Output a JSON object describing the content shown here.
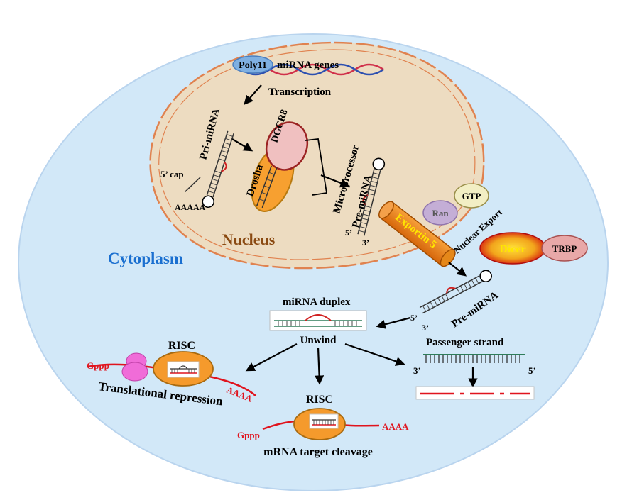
{
  "labels": {
    "poly": "Poly11",
    "genes": "miRNA genes",
    "transcription": "Transcription",
    "pri_mirna": "Pri-miRNA",
    "cap": "5’ cap",
    "polya": "AAAAA",
    "dgcr8": "DGCR8",
    "drosha": "Drosha",
    "microprocessor": "Microprocessor",
    "pre_mirna_nuc": "Pre-miRNA",
    "five_prime": "5’",
    "three_prime": "3’",
    "nucleus": "Nucleus",
    "exportin": "Exportin 5",
    "ran": "Ran",
    "gtp": "GTP",
    "nuclear_export": "Nuclear Export",
    "dicer": "Dicer",
    "trbp": "TRBP",
    "cytoplasm": "Cytoplasm",
    "pre_mirna_cyto": "Pre-miRNA",
    "duplex": "miRNA duplex",
    "unwind": "Unwind",
    "passenger": "Passenger strand",
    "risc1": "RISC",
    "gppp1": "Gppp",
    "aaaa1": "AAAA",
    "translational": "Translational repression",
    "risc2": "RISC",
    "gppp2": "Gppp",
    "aaaa2": "AAAA",
    "cleavage": "mRNA target cleavage"
  },
  "colors": {
    "cell": "#d2e8f8",
    "nucleus": "#eddcc1",
    "nucleus_border": "#e0824f",
    "mrna": "#e0141e",
    "risc": "#f59a2c",
    "cytoplasm_text": "#1a6fd0",
    "nucleus_text": "#8a4a12",
    "exportin": "#e8820f",
    "exportin_text": "#ffe600"
  }
}
